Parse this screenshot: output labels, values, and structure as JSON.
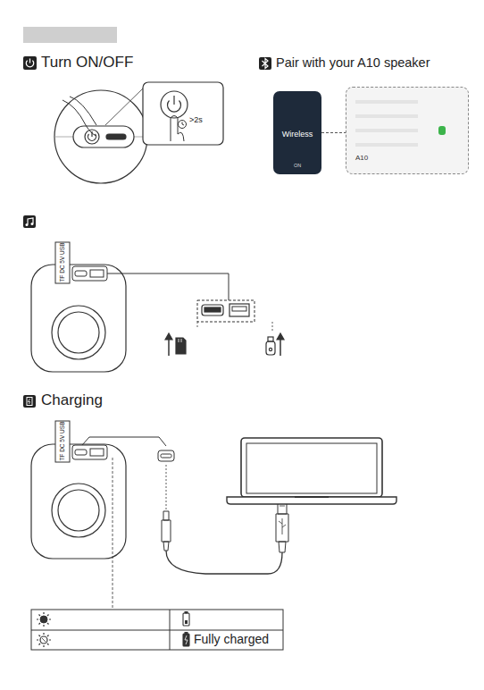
{
  "diagram": {
    "nodes": [
      {
        "text": [
          "Wireless",
          "ON"
        ]
      },
      {
        "text": [
          "A10"
        ]
      }
    ],
    "edges": [
      {
        "from": 0,
        "to": 1,
        "arrow": "none"
      }
    ],
    "labels": [
      "Turn ON/OFF",
      ">2s",
      "Pair with your A10 speaker",
      "TF DC 5V USB",
      "Charging",
      "TF DC 5V USB",
      "Fully charged"
    ]
  }
}
